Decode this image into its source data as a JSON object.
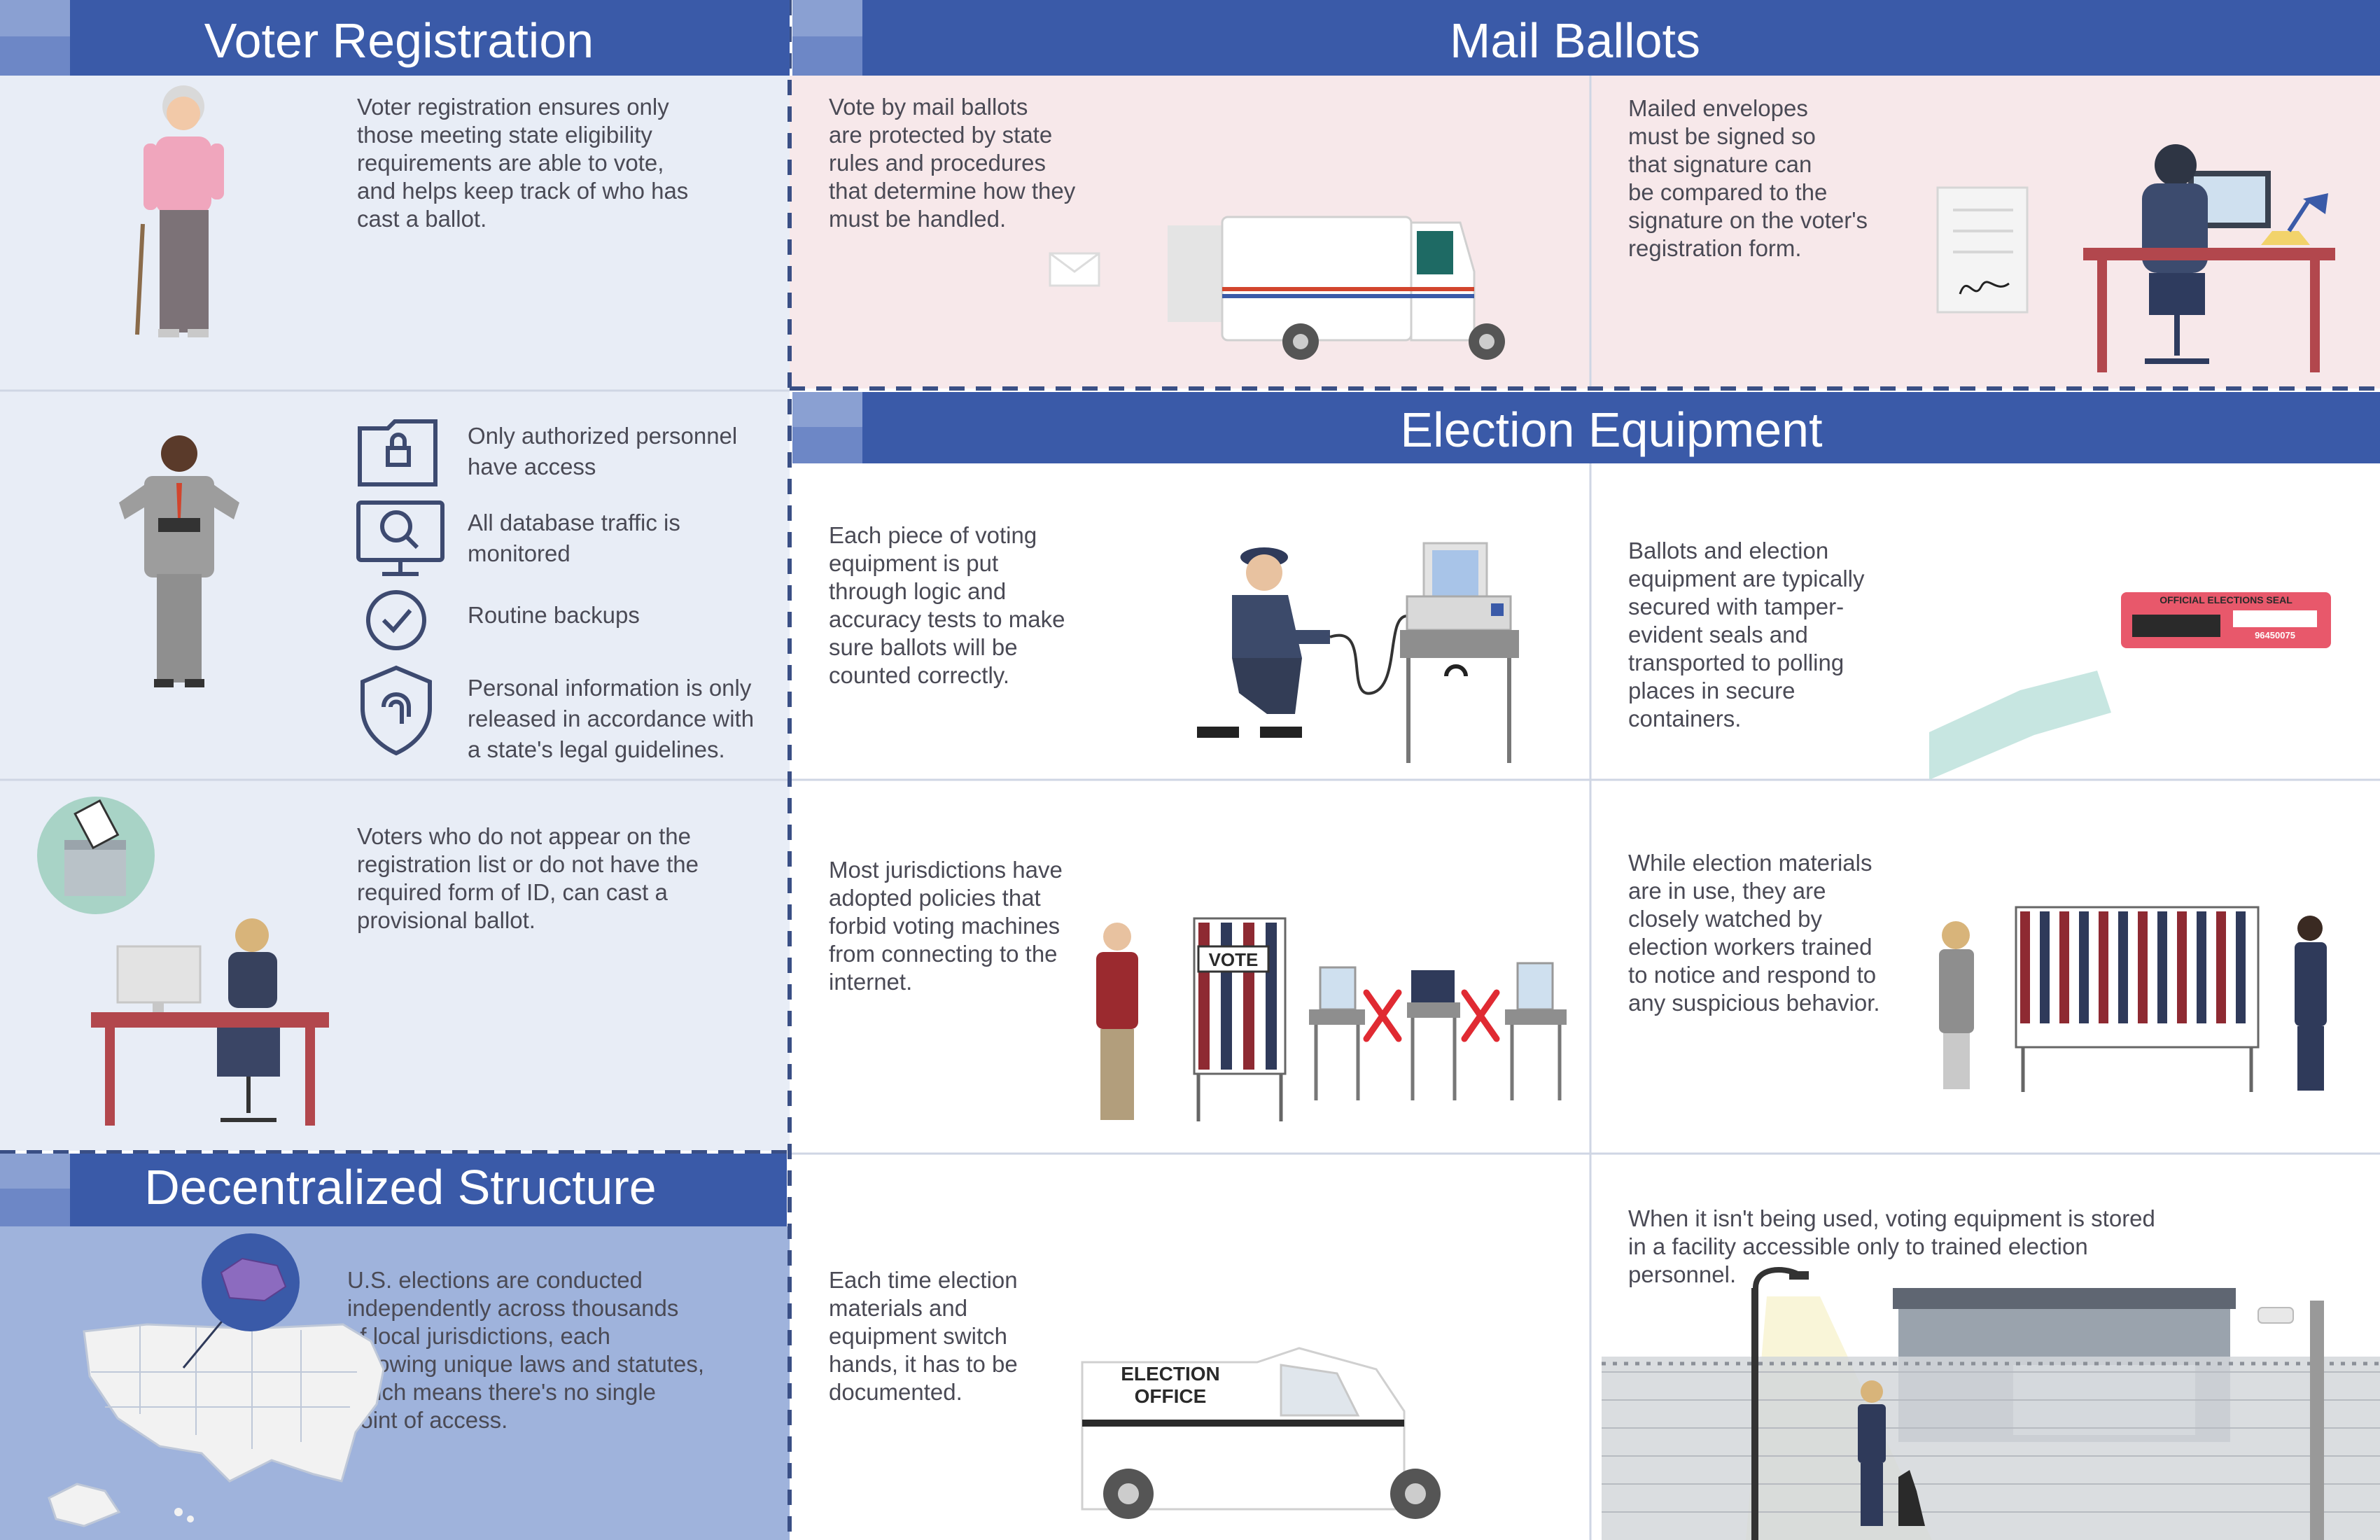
{
  "colors": {
    "header_blue": "#3a5aa8",
    "header_light": "#6d87c6",
    "panel_light": "#e8edf6",
    "panel_pink": "#f7e8ea",
    "panel_white": "#ffffff",
    "panel_blue": "#9fb3dc",
    "divider": "#3a4f85",
    "text": "#4a4a55",
    "red_x": "#e02a32"
  },
  "headers": {
    "voter_registration": "Voter Registration",
    "mail_ballots": "Mail Ballots",
    "election_equipment": "Election Equipment",
    "decentralized_structure": "Decentralized Structure"
  },
  "voter_registration": {
    "intro": [
      "Voter registration ensures only",
      "those meeting state eligibility",
      "requirements are able to vote,",
      "and helps keep track of who has",
      "cast a ballot."
    ],
    "security_items": [
      {
        "icon": "folder-lock-icon",
        "lines": [
          "Only authorized personnel",
          "have access"
        ]
      },
      {
        "icon": "monitor-search-icon",
        "lines": [
          "All database traffic is",
          "monitored"
        ]
      },
      {
        "icon": "backup-check-icon",
        "lines": [
          "Routine backups"
        ]
      },
      {
        "icon": "fingerprint-shield-icon",
        "lines": [
          "Personal information is only",
          "released in accordance with",
          "a state's legal guidelines."
        ]
      }
    ],
    "provisional": [
      "Voters who do not appear on the",
      "registration list or do not have the",
      "required form of ID, can cast a",
      "provisional ballot."
    ]
  },
  "mail_ballots": {
    "left": [
      "Vote by mail ballots",
      "are protected by state",
      "rules and procedures",
      "that determine how they",
      "must be handled."
    ],
    "right": [
      "Mailed envelopes",
      "must be signed so",
      "that signature can",
      "be compared to the",
      "signature on the voter's",
      "registration form."
    ]
  },
  "election_equipment": {
    "logic_tests": [
      "Each piece of voting",
      "equipment is put",
      "through logic and",
      "accuracy tests to make",
      "sure ballots will be",
      "counted correctly."
    ],
    "seals": [
      "Ballots and election",
      "equipment are typically",
      "secured with tamper-",
      "evident seals and",
      "transported to polling",
      "places in secure",
      "containers."
    ],
    "seal_label": "OFFICIAL ELECTIONS SEAL",
    "seal_number": "96450075",
    "internet": [
      "Most jurisdictions have",
      "adopted policies that",
      "forbid voting machines",
      "from connecting to the",
      "internet."
    ],
    "booth_label": "VOTE",
    "watched": [
      "While election materials",
      "are in use, they are",
      "closely watched by",
      "election workers trained",
      "to notice and respond to",
      "any suspicious behavior."
    ],
    "chain": [
      "Each time election",
      "materials and",
      "equipment switch",
      "hands, it has to be",
      "documented."
    ],
    "van_label": [
      "ELECTION",
      "OFFICE"
    ],
    "storage": [
      "When it isn't being used, voting equipment is stored",
      "in a facility accessible only to trained election",
      "personnel."
    ]
  },
  "decentralized": {
    "text": [
      "U.S. elections are conducted",
      "independently across thousands",
      "of local jurisdictions, each",
      "following unique laws and statutes,",
      "which means there's no single",
      "point of access."
    ]
  }
}
